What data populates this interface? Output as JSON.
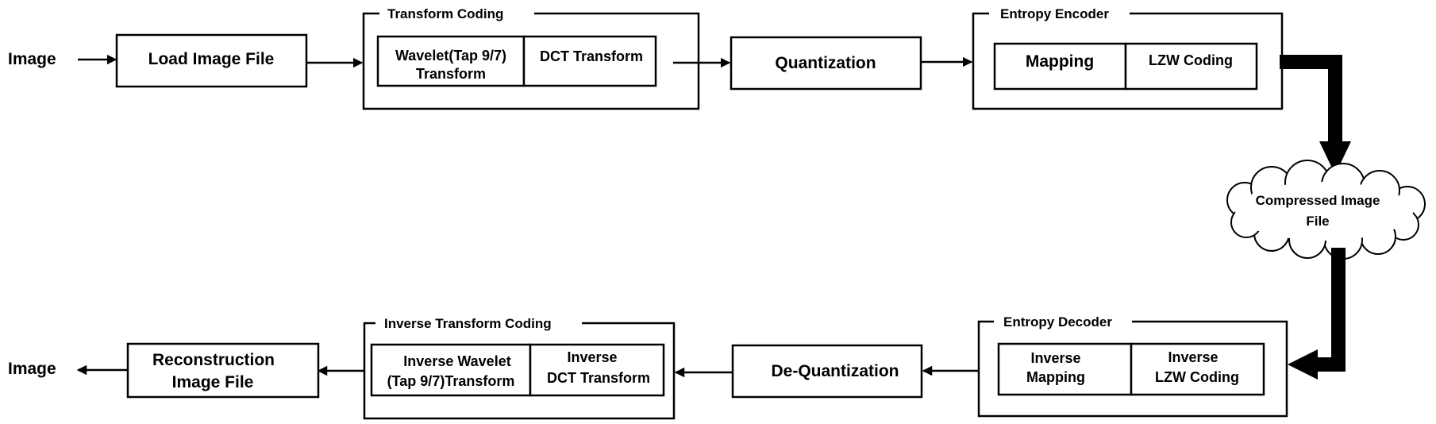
{
  "encoder": {
    "input_label": "Image",
    "load_box": "Load Image File",
    "transform_group": {
      "title": "Transform Coding",
      "wavelet_line1": "Wavelet(Tap 9/7)",
      "wavelet_line2": "Transform",
      "dct": "DCT Transform"
    },
    "quantization": "Quantization",
    "entropy_group": {
      "title": "Entropy Encoder",
      "mapping": "Mapping",
      "lzw": "LZW Coding"
    }
  },
  "storage": {
    "line1": "Compressed Image",
    "line2": "File"
  },
  "decoder": {
    "output_label": "Image",
    "recon_line1": "Reconstruction",
    "recon_line2": "Image File",
    "inverse_transform_group": {
      "title": "Inverse Transform Coding",
      "wavelet_line1": "Inverse Wavelet",
      "wavelet_line2": "(Tap 9/7)Transform",
      "dct_line1": "Inverse",
      "dct_line2": "DCT Transform"
    },
    "dequantization": "De-Quantization",
    "entropy_group": {
      "title": "Entropy Decoder",
      "mapping_line1": "Inverse",
      "mapping_line2": "Mapping",
      "lzw_line1": "Inverse",
      "lzw_line2": "LZW Coding"
    }
  }
}
